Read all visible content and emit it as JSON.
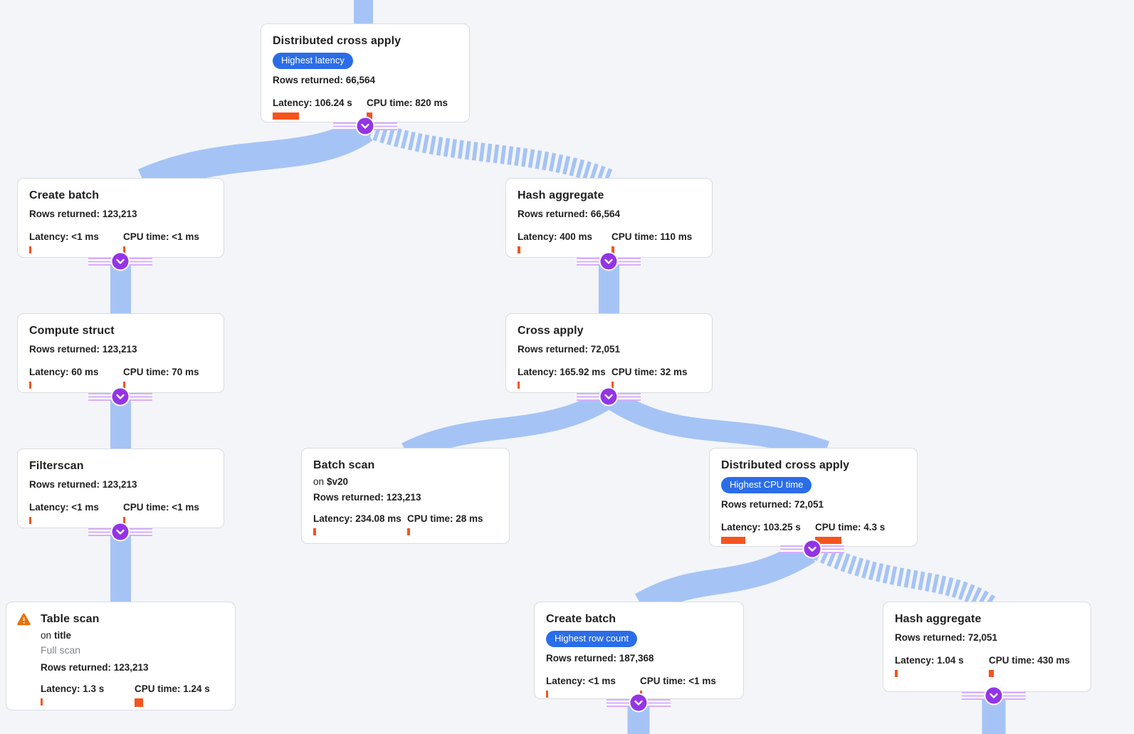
{
  "colors": {
    "background": "#f4f5f9",
    "edge_blue": "#a5c4f5",
    "badge_blue": "#2b6de8",
    "metric_bar_orange": "#f5541f",
    "connector_purple": "#9334e6",
    "connector_stripe_purple": "#d7aefb",
    "warning_orange": "#e8710a",
    "node_border": "#dadce0",
    "muted_text": "#80868b"
  },
  "icons": {
    "connector": "chevron-down-icon",
    "table_scan": "warning-icon"
  },
  "nodes": {
    "top_dca": {
      "title": "Distributed cross apply",
      "badge": "Highest latency",
      "rows": "Rows returned: 66,564",
      "latency": "Latency: 106.24 s",
      "cpu": "CPU time: 820 ms",
      "latency_bar": 37,
      "cpu_bar": 8
    },
    "create_batch_left": {
      "title": "Create batch",
      "rows": "Rows returned: 123,213",
      "latency": "Latency: <1 ms",
      "cpu": "CPU time: <1 ms",
      "latency_bar": 3,
      "cpu_bar": 3
    },
    "compute_struct": {
      "title": "Compute struct",
      "rows": "Rows returned: 123,213",
      "latency": "Latency: 60 ms",
      "cpu": "CPU time: 70 ms",
      "latency_bar": 3,
      "cpu_bar": 3
    },
    "filterscan": {
      "title": "Filterscan",
      "rows": "Rows returned: 123,213",
      "latency": "Latency: <1 ms",
      "cpu": "CPU time: <1 ms",
      "latency_bar": 3,
      "cpu_bar": 3
    },
    "table_scan": {
      "title": "Table scan",
      "on_label": "on",
      "on_value": "title",
      "note": "Full scan",
      "rows": "Rows returned: 123,213",
      "latency": "Latency: 1.3 s",
      "cpu": "CPU time: 1.24 s",
      "latency_bar": 3,
      "cpu_bar": 12
    },
    "hash_agg_top": {
      "title": "Hash aggregate",
      "rows": "Rows returned: 66,564",
      "latency": "Latency: 400 ms",
      "cpu": "CPU time: 110 ms",
      "latency_bar": 4,
      "cpu_bar": 4
    },
    "cross_apply": {
      "title": "Cross apply",
      "rows": "Rows returned: 72,051",
      "latency": "Latency: 165.92 ms",
      "cpu": "CPU time: 32 ms",
      "latency_bar": 3,
      "cpu_bar": 3
    },
    "batch_scan": {
      "title": "Batch scan",
      "on_label": "on",
      "on_value": "$v20",
      "rows": "Rows returned: 123,213",
      "latency": "Latency: 234.08 ms",
      "cpu": "CPU time: 28 ms",
      "latency_bar": 4,
      "cpu_bar": 4
    },
    "dca_right": {
      "title": "Distributed cross apply",
      "badge": "Highest CPU time",
      "rows": "Rows returned: 72,051",
      "latency": "Latency: 103.25 s",
      "cpu": "CPU time: 4.3 s",
      "latency_bar": 34,
      "cpu_bar": 37
    },
    "create_batch_bottom": {
      "title": "Create batch",
      "badge": "Highest row count",
      "rows": "Rows returned: 187,368",
      "latency": "Latency: <1 ms",
      "cpu": "CPU time: <1 ms",
      "latency_bar": 3,
      "cpu_bar": 3
    },
    "hash_agg_bottom": {
      "title": "Hash aggregate",
      "rows": "Rows returned: 72,051",
      "latency": "Latency: 1.04 s",
      "cpu": "CPU time: 430 ms",
      "latency_bar": 4,
      "cpu_bar": 7
    }
  }
}
